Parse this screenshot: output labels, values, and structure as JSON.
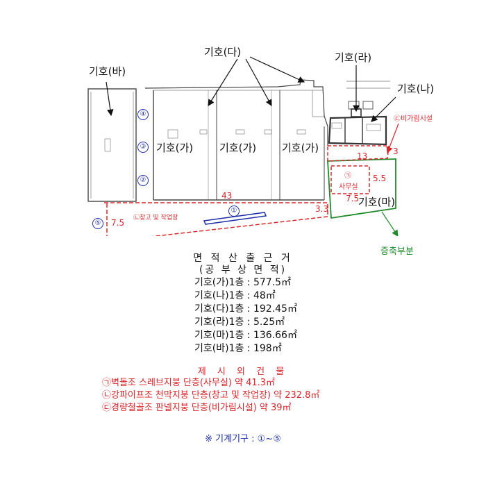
{
  "plan": {
    "labels": {
      "ba": "기호(바)",
      "da": "기호(다)",
      "ra": "기호(라)",
      "na": "기호(나)",
      "ga1": "기호(가)",
      "ga2": "기호(가)",
      "ga3": "기호(가)",
      "ma": "기호(마)"
    },
    "facility": "㉢비가림시설",
    "office": "㉠\n사무실",
    "office_circle": "㉠",
    "office_text": "사무실",
    "warehouse": "㉡창고 및 작업장",
    "extension": "증축부분",
    "dims": {
      "d43": "43",
      "d13": "13",
      "d3": "3",
      "d55": "5.5",
      "d75a": "7.5",
      "d75b": "7.5",
      "d33": "3.3"
    },
    "machines": {
      "m1": "①",
      "m2": "②",
      "m3": "③",
      "m4": "④",
      "m5": "⑤"
    }
  },
  "basis": {
    "title": "면 적 산 출 근 거",
    "subtitle": "(공 부 상 면 적)",
    "areas": [
      "기호(가)1층 : 577.5㎡",
      "기호(나)1층 : 48㎡",
      "기호(다)1층 : 192.45㎡",
      "기호(라)1층 : 5.25㎡",
      "기호(마)1층 : 136.66㎡",
      "기호(바)1층 : 198㎡"
    ]
  },
  "exclusions": {
    "title": "제 시 외 건 물",
    "items": [
      "㉠벽돌조 스레브지붕 단층(사무실) 약 41.3㎡",
      "㉡강파이프조 천막지붕 단층(창고 및 작업장) 약 232.8㎡",
      "㉢경량철골조 판넬지붕 단층(비가림시설) 약 39㎡"
    ]
  },
  "machine_note": "※ 기계기구 : ①~⑤",
  "colors": {
    "red": "#d9262b",
    "green": "#1f8b2c",
    "blue": "#1c2fa8"
  }
}
